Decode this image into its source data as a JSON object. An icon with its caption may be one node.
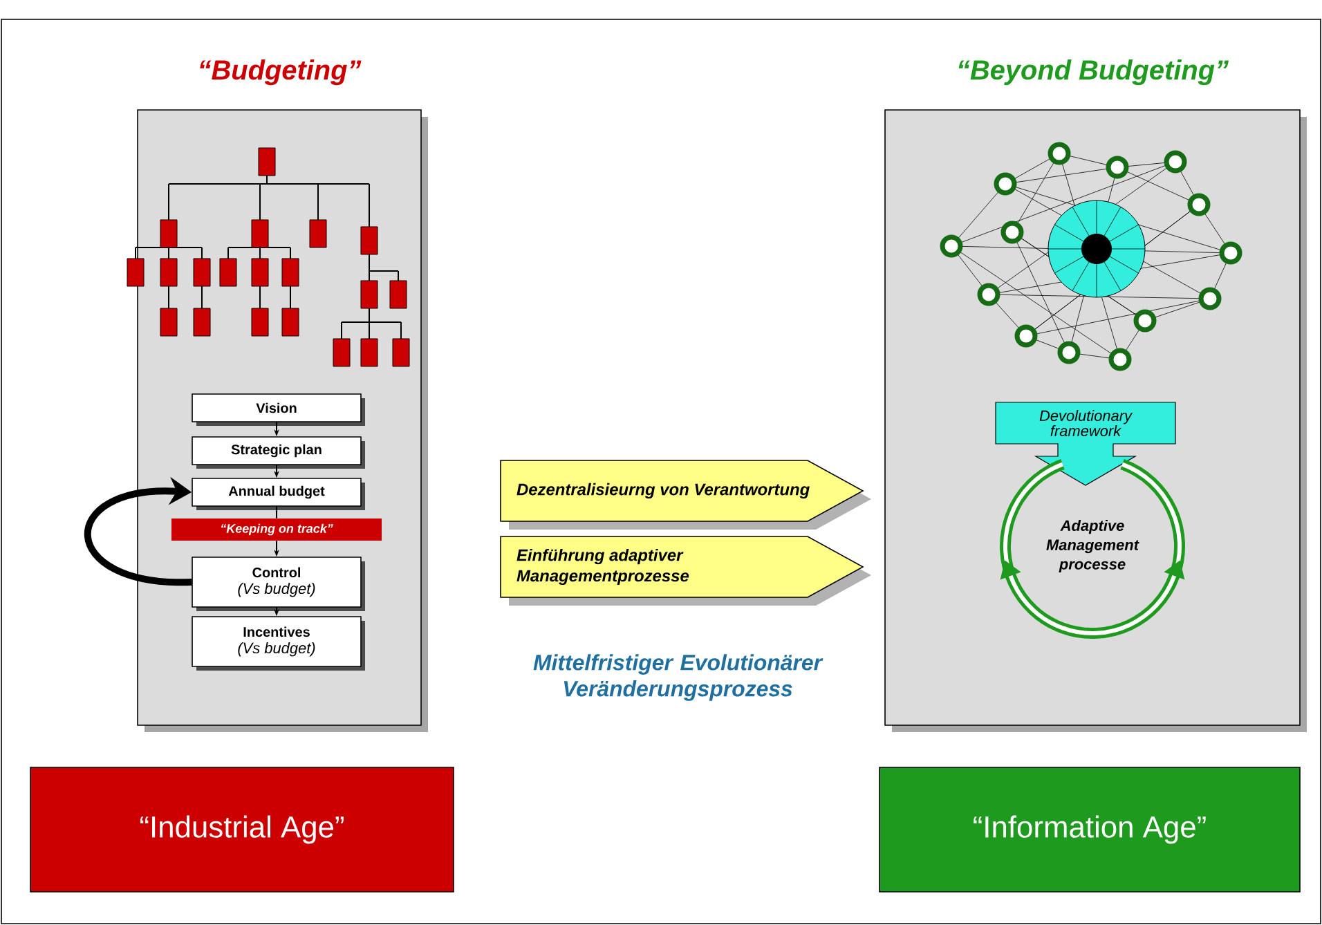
{
  "diagram": {
    "nodes": [
      {
        "text": [
          "“Budgeting”"
        ]
      },
      {
        "text": [
          "Vision"
        ],
        "in": 0
      },
      {
        "text": [
          "Strategic plan"
        ],
        "in": 0
      },
      {
        "text": [
          "Annual budget"
        ],
        "in": 0
      },
      {
        "text": [
          "“Keeping on track”"
        ],
        "in": 0
      },
      {
        "text": [
          "Control",
          "(Vs budget)"
        ],
        "in": 0
      },
      {
        "text": [
          "Incentives",
          "(Vs budget)"
        ],
        "in": 0
      },
      {
        "text": [
          "Dezentralisieurng von Verantwortung"
        ]
      },
      {
        "text": [
          "Einführung adaptiver Managementprozesse"
        ]
      },
      {
        "text": [
          "“Beyond Budgeting”"
        ]
      },
      {
        "text": [
          "Devolutionary framework"
        ],
        "in": 9
      },
      {
        "text": [
          "Adaptive Management processe"
        ],
        "in": 9
      },
      {
        "text": [
          "“Industrial Age”"
        ]
      },
      {
        "text": [
          "“Information Age”"
        ]
      }
    ],
    "edges": [
      {
        "from": 1,
        "to": 2,
        "arrow": "to"
      },
      {
        "from": 2,
        "to": 3,
        "arrow": "to"
      },
      {
        "from": 3,
        "to": 4,
        "arrow": "none"
      },
      {
        "from": 4,
        "to": 5,
        "arrow": "to"
      },
      {
        "from": 5,
        "to": 6,
        "arrow": "to"
      },
      {
        "from": 5,
        "to": 3,
        "arrow": "to",
        "style": "thick"
      }
    ],
    "labels": [
      "Mittelfristiger Evolutionärer Veränderungsprozess"
    ]
  }
}
